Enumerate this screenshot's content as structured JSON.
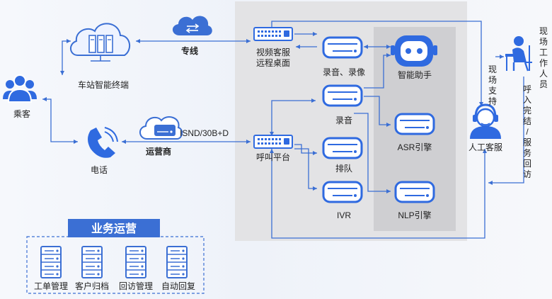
{
  "labels": {
    "passenger": "乘客",
    "station_terminal": "车站智能终端",
    "phone": "电话",
    "dedicated_line": "专线",
    "isnd": "ISND/30B+D",
    "operator": "运营商",
    "video_desktop_1": "视频客服",
    "video_desktop_2": "远程桌面",
    "call_platform": "呼叫平台",
    "record_video": "录音、录像",
    "recording": "录音",
    "queue": "排队",
    "ivr": "IVR",
    "assistant": "智能助手",
    "asr": "ASR引擎",
    "nlp": "NLP引擎",
    "human_agent": "人工客服",
    "onsite_support": "现场支持",
    "onsite_staff": "现场工作人员",
    "callback": "呼入完结/服务回访",
    "business_title": "业务运营",
    "biz_items": [
      "工单管理",
      "客户归档",
      "回访管理",
      "自动回复"
    ]
  },
  "colors": {
    "line": "#3b6fd4",
    "icon": "#2f6ae0",
    "icon_light": "#e9f0ff",
    "panel": "#e4e4e6",
    "inner_panel": "#cdcdd0",
    "title_bg": "#3b6fd4"
  },
  "icons": {
    "passenger": "people-icon",
    "terminal": "cloud-server-icon",
    "phone": "phone-icon",
    "cloud": "cloud-icon",
    "switch": "switch-icon",
    "server": "server-icon",
    "robot": "robot-icon",
    "agent": "headset-agent-icon",
    "staff": "desk-worker-icon",
    "rack": "server-rack-icon"
  }
}
